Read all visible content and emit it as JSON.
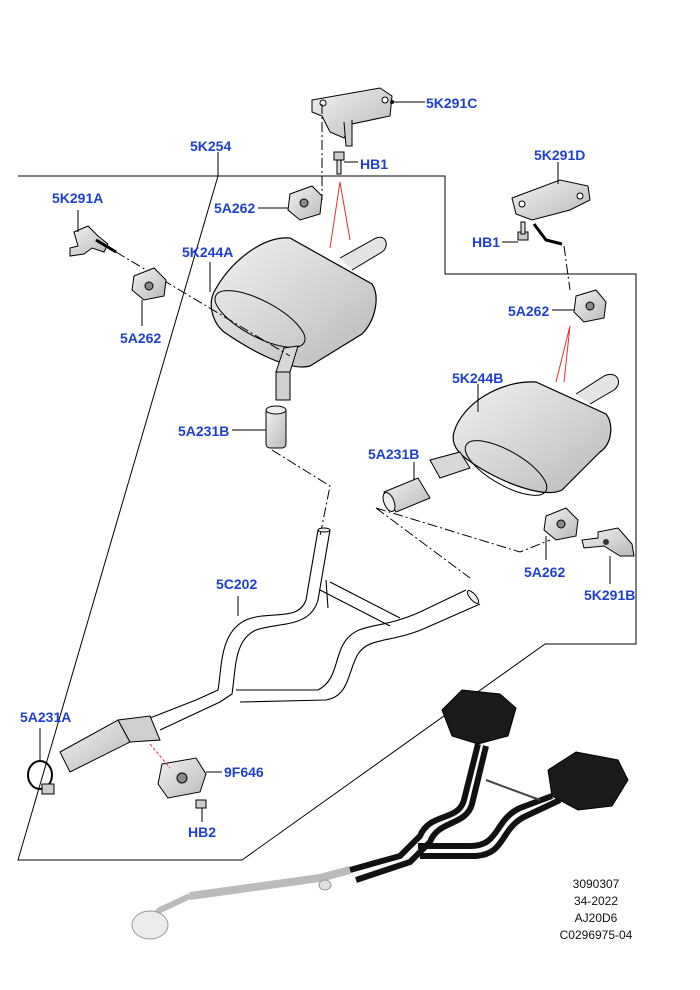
{
  "labels": {
    "p5K291C": "5K291C",
    "pHB1_top": "HB1",
    "p5K254": "5K254",
    "p5K291D": "5K291D",
    "p5K291A": "5K291A",
    "p5A262_a": "5A262",
    "p5K244A": "5K244A",
    "pHB1_right": "HB1",
    "p5A262_b": "5A262",
    "p5A262_c": "5A262",
    "p5K244B": "5K244B",
    "p5A231B_left": "5A231B",
    "p5A231B_right": "5A231B",
    "p5A262_d": "5A262",
    "p5K291B": "5K291B",
    "p5C202": "5C202",
    "p5A231A": "5A231A",
    "p9F646": "9F646",
    "pHB2": "HB2"
  },
  "reference": {
    "line1": "3090307",
    "line2": "34-2022",
    "line3": "AJ20D6",
    "line4": "C0296975-04"
  },
  "colors": {
    "label": "#1f3fd0",
    "leader": "#000000",
    "callout": "#e03030",
    "part_fill": "#dcdcdc",
    "overview_fill": "#1a1a1a"
  }
}
